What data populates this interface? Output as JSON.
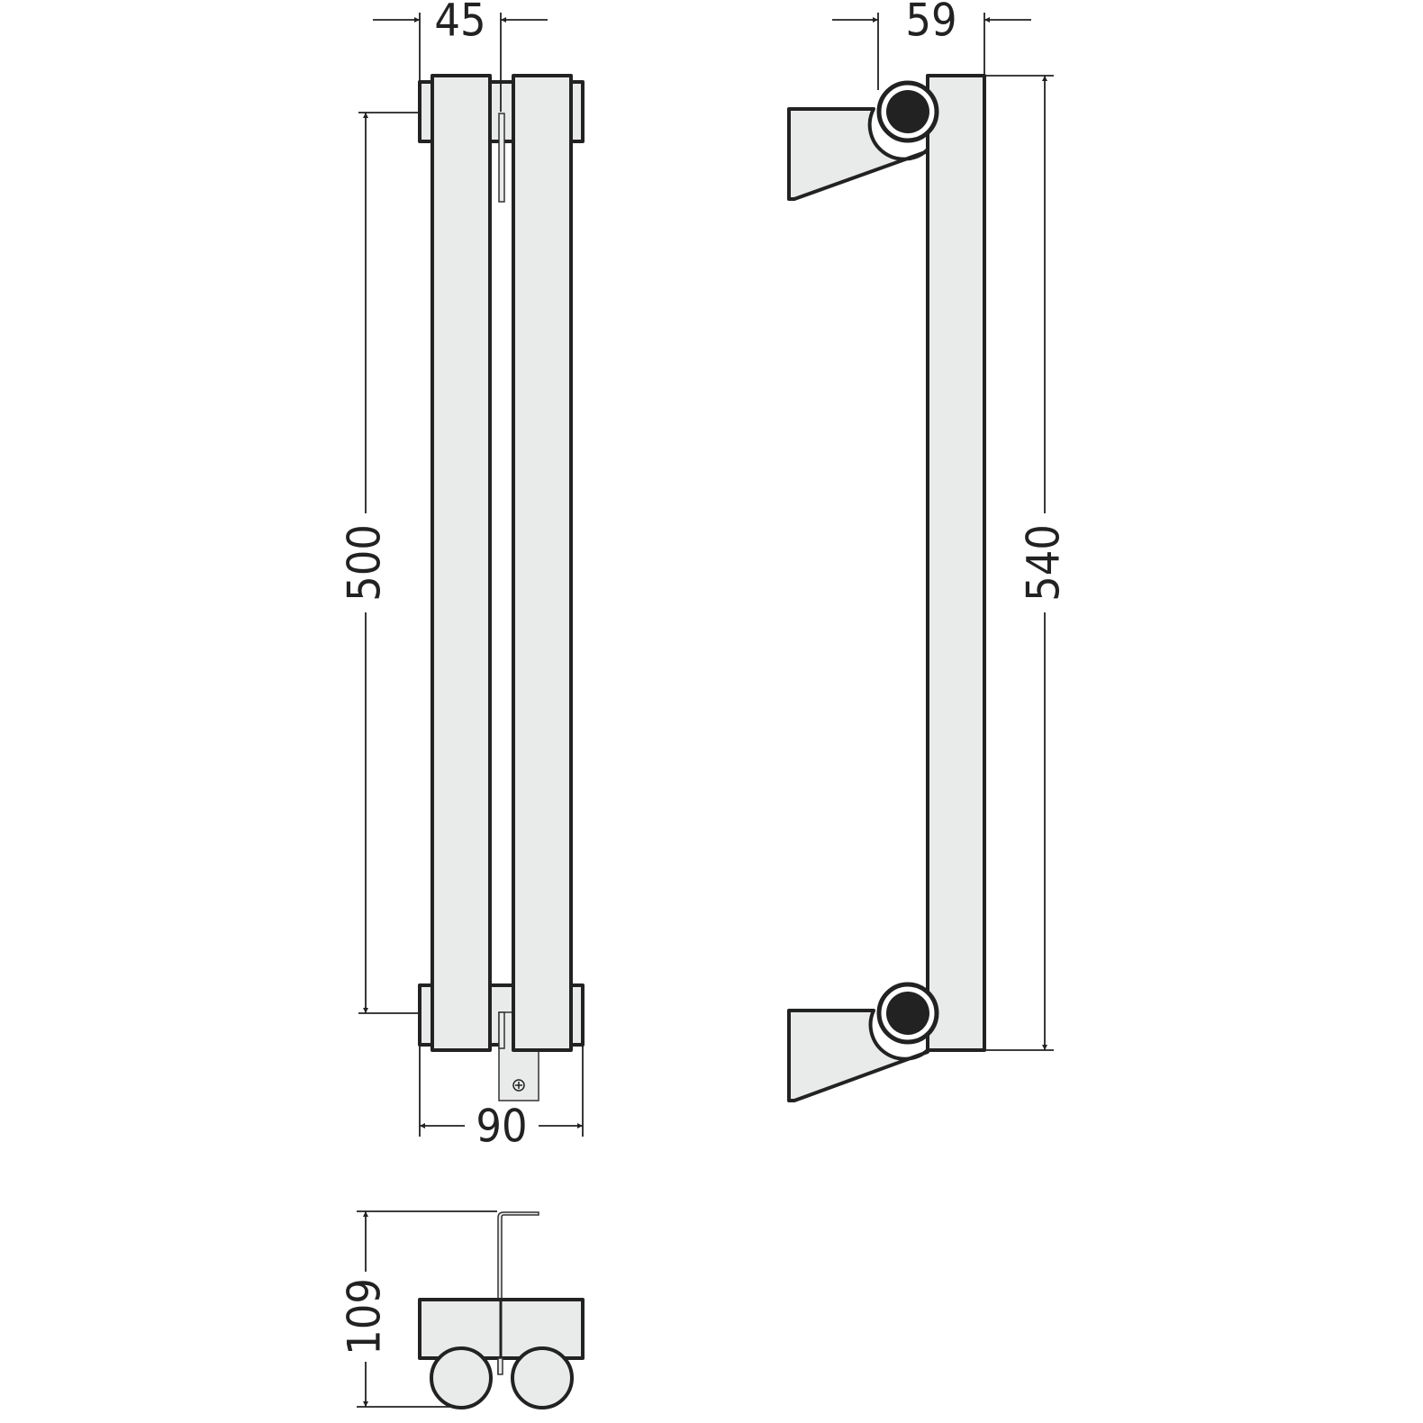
{
  "drawing": {
    "dimensions": {
      "column_width": "45",
      "side_depth": "59",
      "axis_spacing": "500",
      "total_height": "540",
      "total_width": "90",
      "wall_depth": "109"
    },
    "colors": {
      "fill": "#e9ebea",
      "line": "#222222",
      "pipe": "#222222"
    }
  }
}
